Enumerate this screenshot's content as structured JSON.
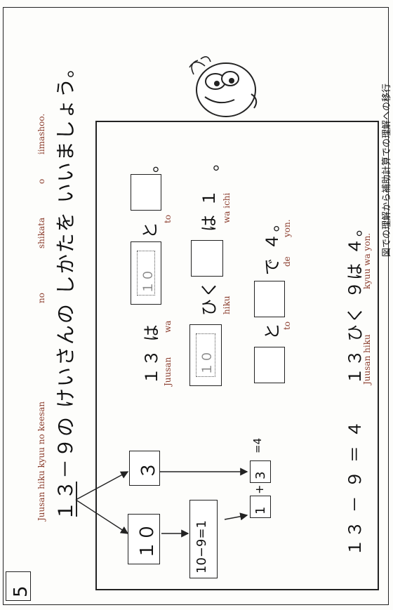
{
  "header": {
    "title": "図での理解から補助計算での理解への移行",
    "page_number": "5"
  },
  "question": {
    "romaji_line": "Juusan hiku kyuu no keesan",
    "romaji_no": "no",
    "romaji_shikata": "shikata",
    "romaji_o": "o",
    "romaji_iimashoo": "iimashoo.",
    "text": "１３－９の けいさんの しかたを いいましょう。"
  },
  "diagram": {
    "minuend": "１３",
    "part_ten": "１０",
    "part_three": "３",
    "sub_calc": "10−9=1",
    "result_one": "1",
    "plus": "+",
    "result_three": "3",
    "final_calc": "=4"
  },
  "sentences": {
    "s1_prefix": "１３ は",
    "s1_romaji_juusan": "Juusan",
    "s1_romaji_wa": "wa",
    "s1_box_hint": "１０",
    "s1_to": "と",
    "s1_romaji_to": "to",
    "s1_end": "。",
    "s2_box_hint": "１０",
    "s2_hiku": "ひく",
    "s2_romaji_hiku": "hiku",
    "s2_wa1": "は １",
    "s2_romaji": "wa ichi",
    "s2_end": "。",
    "s3_to": "と",
    "s3_romaji_to": "to",
    "s3_de4": "で ４。",
    "s3_romaji_de": "de",
    "s3_romaji_yon": "yon."
  },
  "answer": {
    "equation": "１３ － ９ ＝ ４",
    "sentence": "１３ ひく ９は ４。",
    "romaji_left": "Juusan hiku",
    "romaji_right": "kyuu wa yon."
  }
}
